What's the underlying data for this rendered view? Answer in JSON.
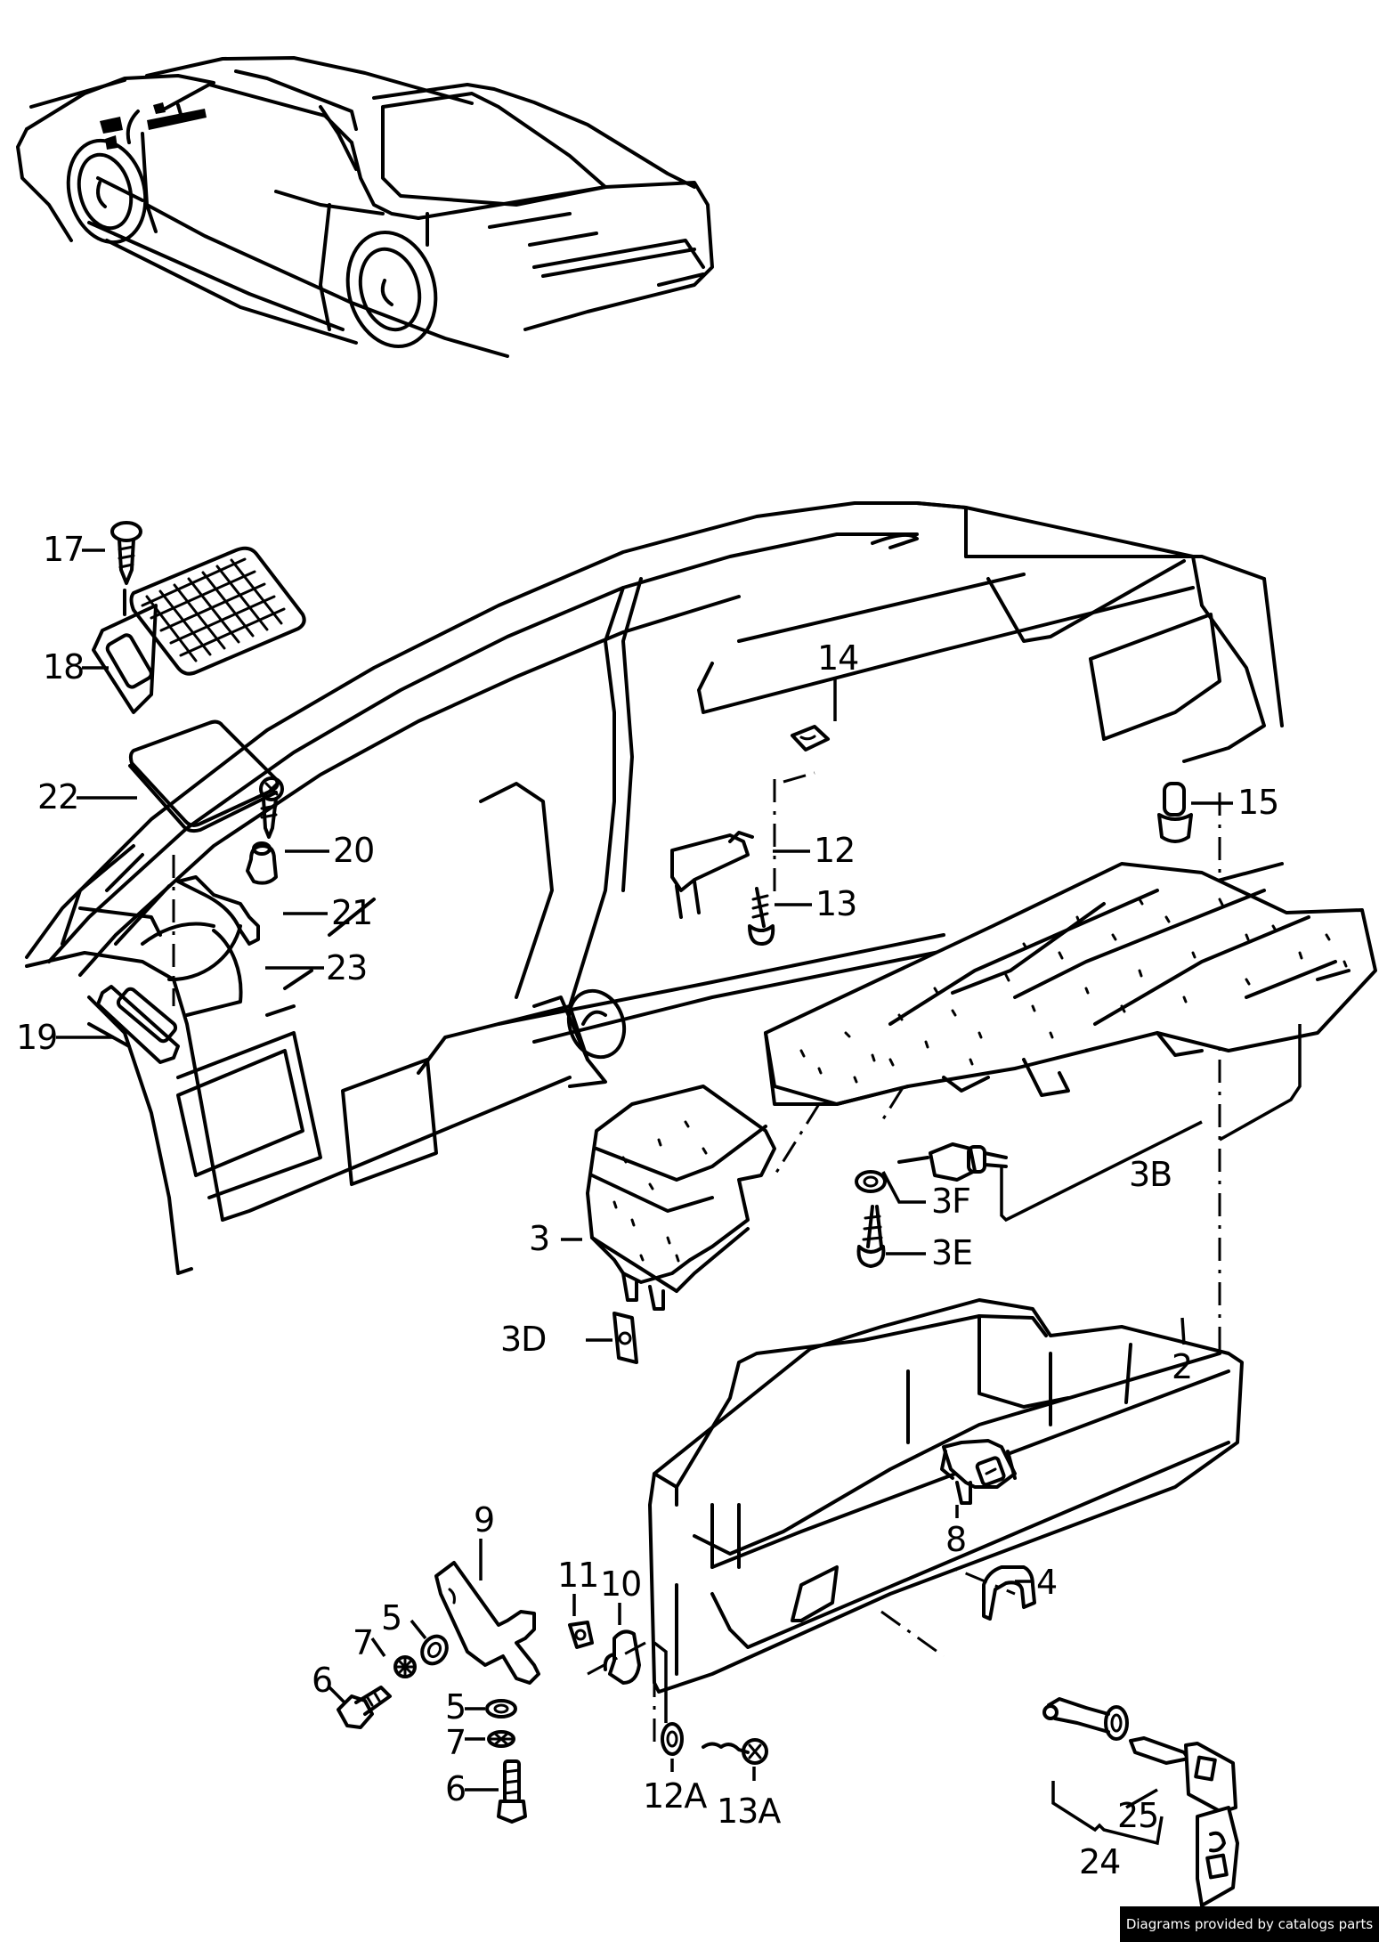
{
  "diagram": {
    "title": "Dashboard glove box and trim exploded parts diagram",
    "overview_illustration": "sedan-car-rear-three-quarter-view",
    "callouts": [
      {
        "id": "17",
        "part": "screw"
      },
      {
        "id": "18",
        "part": "speaker-grille-frame"
      },
      {
        "id": "22",
        "part": "cover-plate"
      },
      {
        "id": "20",
        "part": "screw"
      },
      {
        "id": "21",
        "part": "clip-nut"
      },
      {
        "id": "23",
        "part": "bracket"
      },
      {
        "id": "19",
        "part": "vent-trim"
      },
      {
        "id": "14",
        "part": "clip"
      },
      {
        "id": "12",
        "part": "bracket"
      },
      {
        "id": "13",
        "part": "screw"
      },
      {
        "id": "15",
        "part": "buffer"
      },
      {
        "id": "3",
        "part": "air-duct"
      },
      {
        "id": "3B",
        "part": "insulation-tray"
      },
      {
        "id": "3F",
        "part": "washer"
      },
      {
        "id": "3E",
        "part": "screw"
      },
      {
        "id": "3D",
        "part": "speed-nut"
      },
      {
        "id": "2",
        "part": "glove-box"
      },
      {
        "id": "4",
        "part": "clip"
      },
      {
        "id": "9",
        "part": "hinge-bracket"
      },
      {
        "id": "11",
        "part": "clip"
      },
      {
        "id": "10",
        "part": "hinge"
      },
      {
        "id": "5",
        "part": "washer"
      },
      {
        "id": "7",
        "part": "lock-washer"
      },
      {
        "id": "6",
        "part": "bolt"
      },
      {
        "id": "12A",
        "part": "washer"
      },
      {
        "id": "13A",
        "part": "screw"
      },
      {
        "id": "8",
        "part": "lock"
      },
      {
        "id": "24",
        "part": "lock-cylinder-set"
      },
      {
        "id": "25",
        "part": "key"
      }
    ],
    "labels": {
      "l17": "17",
      "l18": "18",
      "l22": "22",
      "l20": "20",
      "l21": "21",
      "l23": "23",
      "l19": "19",
      "l14": "14",
      "l12": "12",
      "l13": "13",
      "l15": "15",
      "l3": "3",
      "l3B": "3B",
      "l3F": "3F",
      "l3E": "3E",
      "l3D": "3D",
      "l2": "2",
      "l4": "4",
      "l9": "9",
      "l11": "11",
      "l10": "10",
      "l5a": "5",
      "l7a": "7",
      "l6a": "6",
      "l5b": "5",
      "l7b": "7",
      "l6b": "6",
      "l12A": "12A",
      "l13A": "13A",
      "l8": "8",
      "l24": "24",
      "l25": "25"
    }
  },
  "footer": {
    "credit": "Diagrams provided by catalogs parts"
  }
}
